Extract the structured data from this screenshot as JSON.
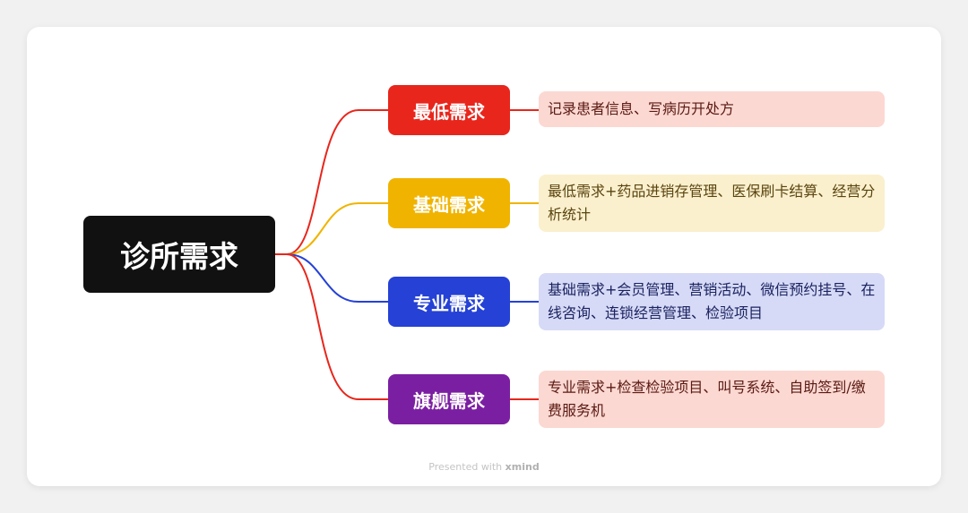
{
  "root": {
    "label": "诊所需求"
  },
  "branches": [
    {
      "label": "最低需求",
      "detail": "记录患者信息、写病历开处方",
      "color": "#e8261c",
      "leaf_bg": "#fcd8d2",
      "leaf_text": "#5a1a12"
    },
    {
      "label": "基础需求",
      "detail": "最低需求+药品进销存管理、医保刷卡结算、经营分析统计",
      "color": "#f0b400",
      "leaf_bg": "#fbf0cd",
      "leaf_text": "#5a4410"
    },
    {
      "label": "专业需求",
      "detail": "基础需求+会员管理、营销活动、微信预约挂号、在线咨询、连锁经营管理、检验项目",
      "color": "#2541d6",
      "leaf_bg": "#d6daf6",
      "leaf_text": "#1a2260"
    },
    {
      "label": "旗舰需求",
      "detail": "专业需求+检查检验项目、叫号系统、自助签到/缴费服务机",
      "color": "#7b1fa2",
      "leaf_bg": "#fcd8d2",
      "leaf_text": "#5a1a12"
    }
  ],
  "footer": {
    "prefix": "Presented with",
    "brand": "xmind"
  }
}
